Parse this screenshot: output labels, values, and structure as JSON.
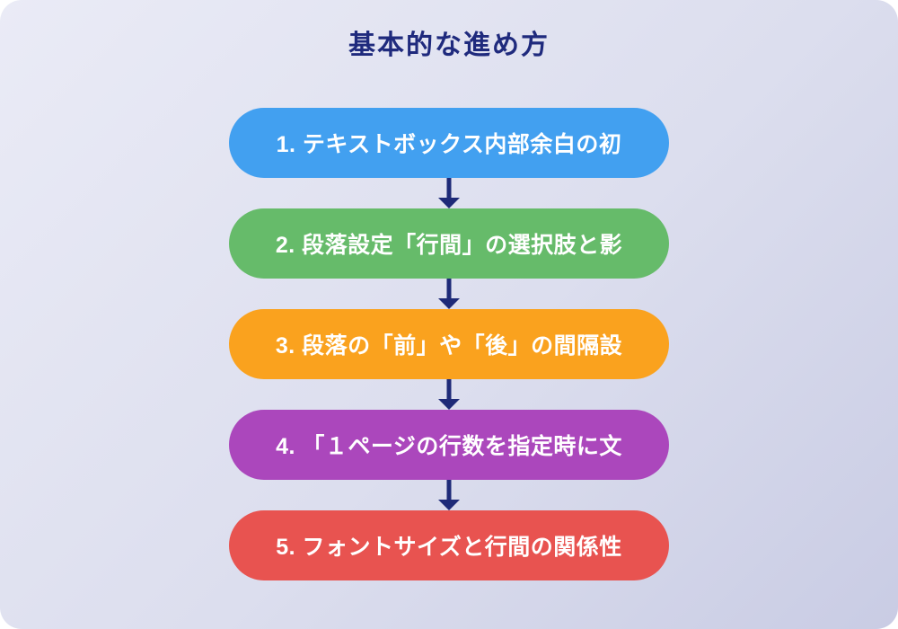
{
  "title": "基本的な進め方",
  "colors": {
    "background_start": "#EAEBF6",
    "background_end": "#C9CCE4",
    "title": "#1F2A7D",
    "arrow": "#1E2A78",
    "step_text": "#FFFFFF"
  },
  "flow": {
    "steps": [
      {
        "label": "1. テキストボックス内部余白の初",
        "color": "#42A0F0"
      },
      {
        "label": "2. 段落設定「行間」の選択肢と影",
        "color": "#66BB6A"
      },
      {
        "label": "3. 段落の「前」や「後」の間隔設",
        "color": "#FAA21E"
      },
      {
        "label": "4. 「１ページの行数を指定時に文",
        "color": "#AB47BC"
      },
      {
        "label": "5. フォントサイズと行間の関係性",
        "color": "#E85350"
      }
    ]
  }
}
